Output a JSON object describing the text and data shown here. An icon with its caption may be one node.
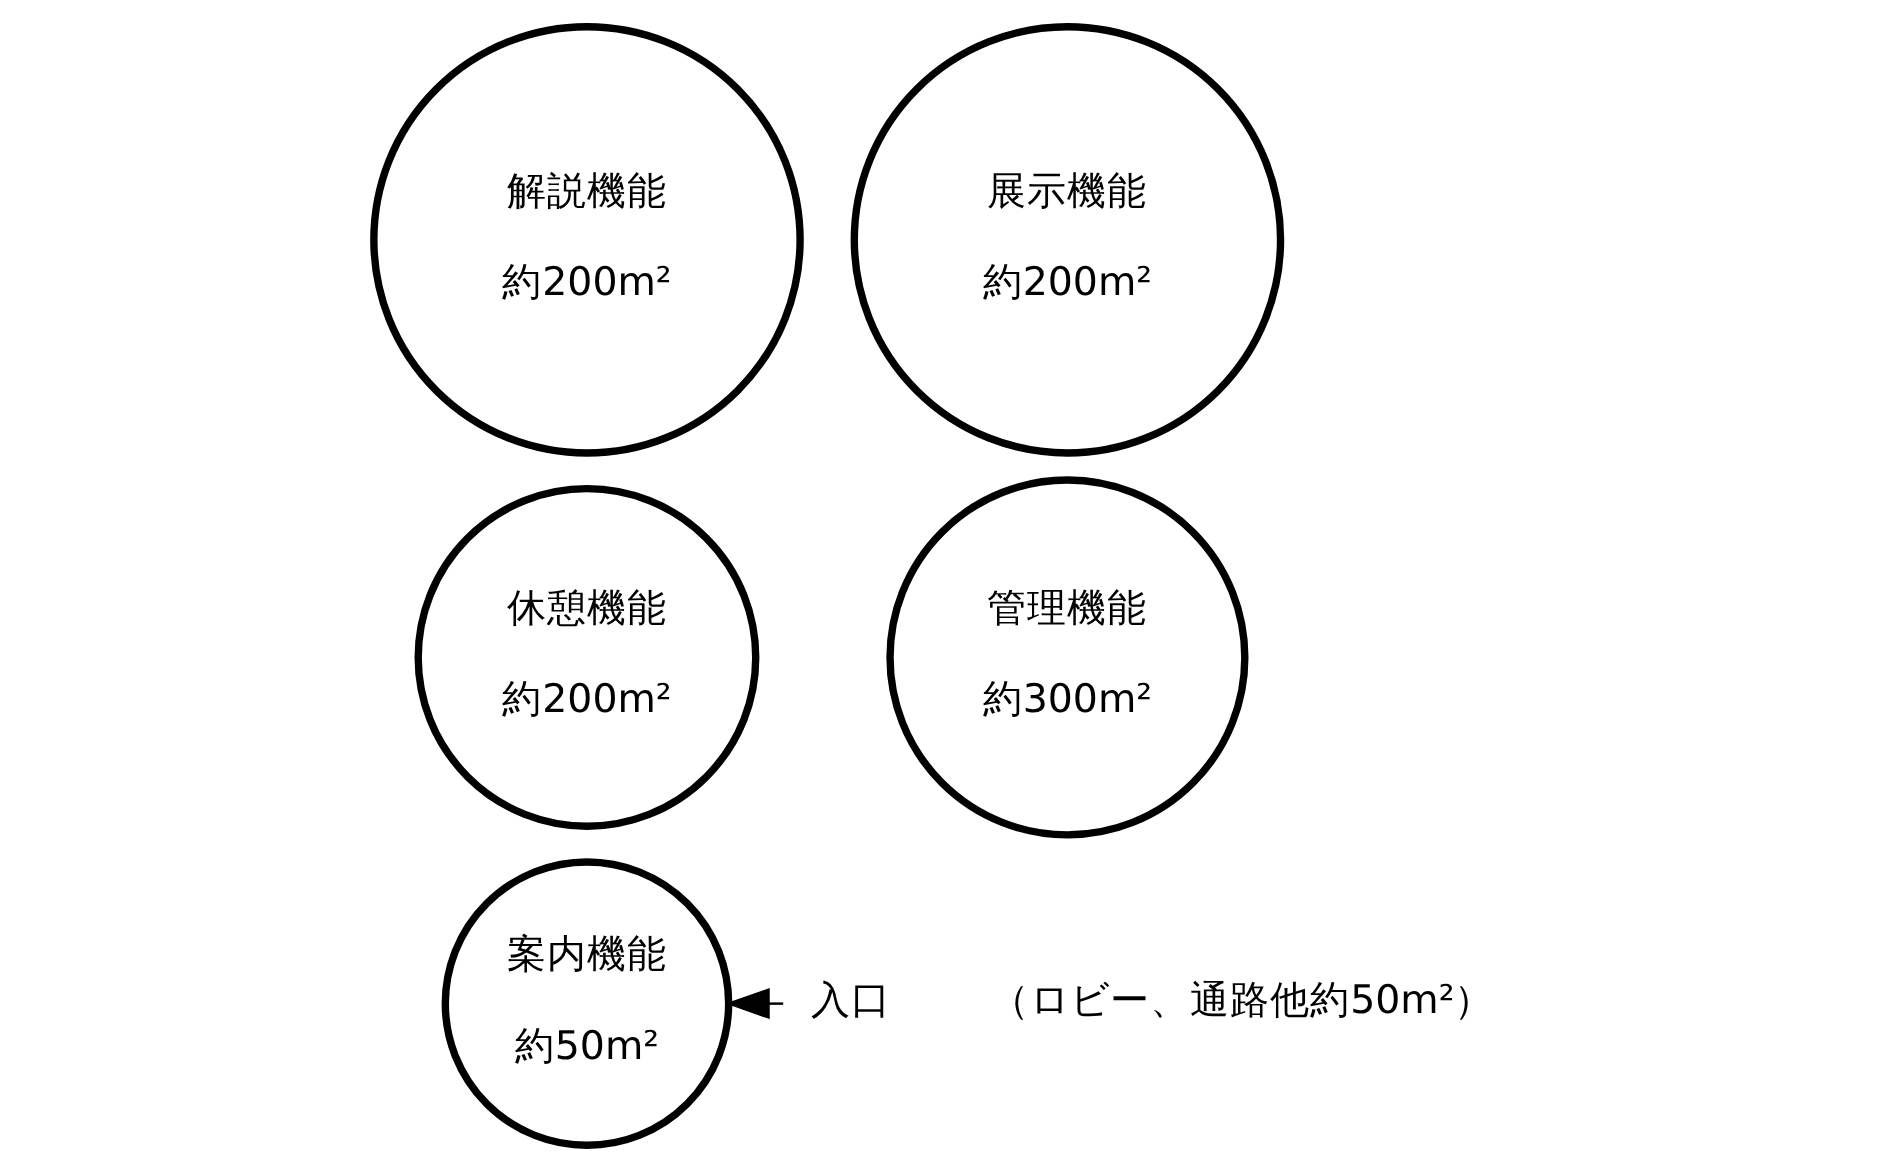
{
  "diagram": {
    "nodes": [
      {
        "text": [
          "解説機能",
          "約200m²"
        ]
      },
      {
        "text": [
          "展示機能",
          "約200m²"
        ]
      },
      {
        "text": [
          "休憩機能",
          "約200m²"
        ]
      },
      {
        "text": [
          "管理機能",
          "約300m²"
        ]
      },
      {
        "text": [
          "案内機能",
          "約50m²"
        ]
      },
      {
        "text": [
          "入口"
        ]
      }
    ],
    "edges": [
      {
        "from": 5,
        "to": 4,
        "arrow": "to"
      }
    ],
    "labels": [
      "（ロビー、通路他約50m²）"
    ]
  }
}
